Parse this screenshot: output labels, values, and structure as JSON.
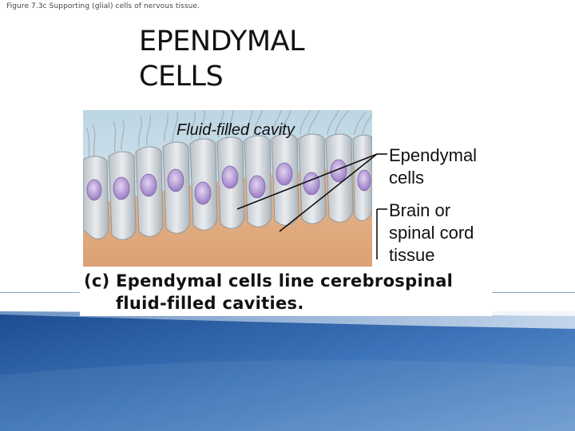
{
  "header": {
    "figure_caption": "Figure 7.3c Supporting (glial) cells of nervous tissue."
  },
  "slide": {
    "title_line1": "EPENDYMAL",
    "title_line2": "CELLS"
  },
  "figure": {
    "cavity_label": "Fluid-filled cavity",
    "ependymal_label_line1": "Ependymal",
    "ependymal_label_line2": "cells",
    "tissue_label_line1": "Brain or",
    "tissue_label_line2": "spinal cord",
    "tissue_label_line3": "tissue",
    "caption_line1": "(c) Ependymal cells line cerebrospinal",
    "caption_line2": "fluid-filled cavities."
  },
  "colors": {
    "accent_blue": "#1f4f93",
    "cavity": "#c9dde8",
    "tissue": "#e6b48a",
    "cell": "#d5dade",
    "nucleus": "#b9a3d6"
  }
}
